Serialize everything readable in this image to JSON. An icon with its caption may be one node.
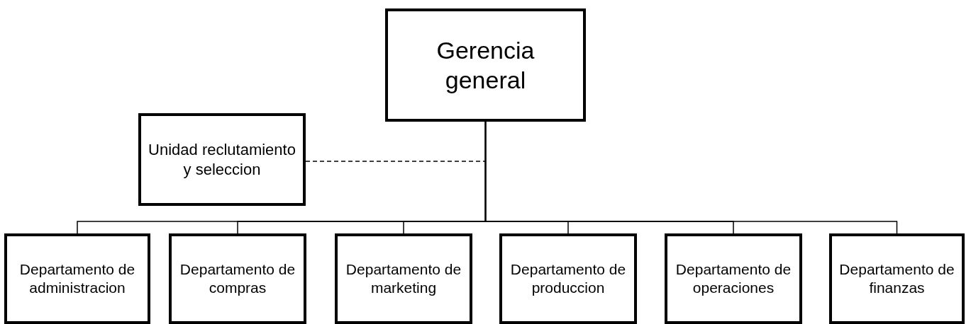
{
  "diagram": {
    "nodes": [
      {
        "text": [
          "Gerencia general"
        ]
      },
      {
        "text": [
          "Unidad reclutamiento y seleccion"
        ]
      },
      {
        "text": [
          "Departamento de administracion"
        ]
      },
      {
        "text": [
          "Departamento de compras"
        ]
      },
      {
        "text": [
          "Departamento de marketing"
        ]
      },
      {
        "text": [
          "Departamento de produccion"
        ]
      },
      {
        "text": [
          "Departamento de operaciones"
        ]
      },
      {
        "text": [
          "Departamento de finanzas"
        ]
      }
    ],
    "edges": [
      {
        "from": 1,
        "to": null,
        "arrow": "none",
        "style": "dashed"
      },
      {
        "from": 0,
        "to": 2,
        "arrow": "none"
      },
      {
        "from": 0,
        "to": 3,
        "arrow": "none"
      },
      {
        "from": 0,
        "to": 4,
        "arrow": "none"
      },
      {
        "from": 0,
        "to": 5,
        "arrow": "none"
      },
      {
        "from": 0,
        "to": 6,
        "arrow": "none"
      },
      {
        "from": 0,
        "to": 7,
        "arrow": "none"
      }
    ]
  }
}
